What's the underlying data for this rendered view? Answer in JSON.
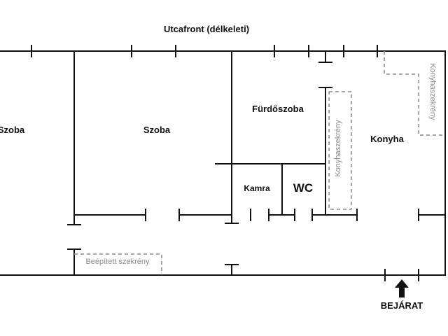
{
  "plan": {
    "street_label": "Utcafront (délkeleti)",
    "rooms": {
      "room_left": "Szoba",
      "room_center": "Szoba",
      "bathroom": "Fürdőszoba",
      "pantry": "Kamra",
      "wc": "WC",
      "kitchen": "Konyha"
    },
    "furniture": {
      "kitchen_cabinet_top": "Konyhaszekrény",
      "kitchen_cabinet_mid": "Konyhaszekrény",
      "built_in_wardrobe": "Beépített szekrény"
    },
    "entrance_label": "BEJÁRAT"
  }
}
